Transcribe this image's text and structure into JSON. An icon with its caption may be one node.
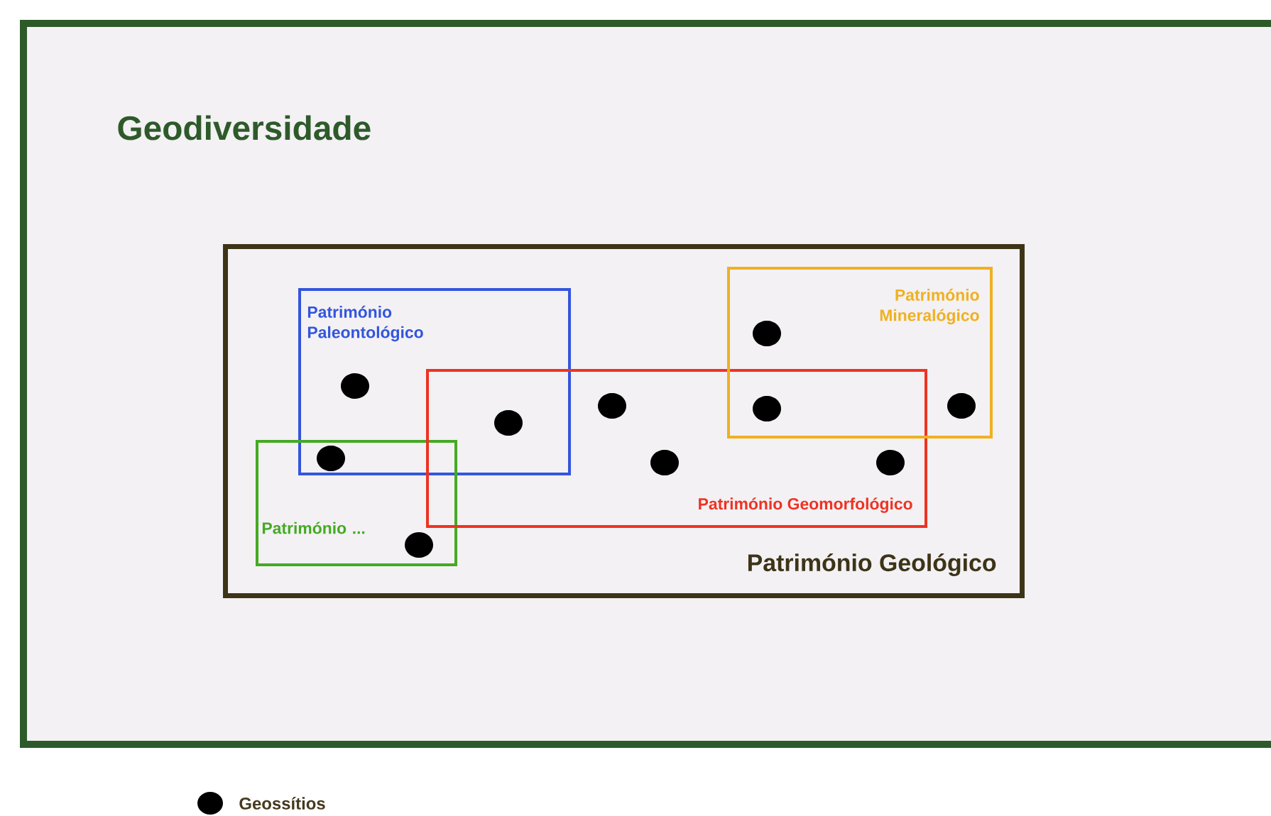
{
  "diagram": {
    "nodes": [
      {
        "text": [
          "Geodiversidade"
        ]
      },
      {
        "text": [
          "Património Geológico"
        ],
        "in": 0
      },
      {
        "text": [
          "Património Paleontológico"
        ],
        "in": 1
      },
      {
        "text": [
          "Património ..."
        ],
        "in": 1
      },
      {
        "text": [
          "Património Geomorfológico"
        ],
        "in": 1
      },
      {
        "text": [
          "Património Mineralógico"
        ],
        "in": 1
      }
    ],
    "legend": [
      {
        "text": "Geossítios"
      }
    ]
  }
}
